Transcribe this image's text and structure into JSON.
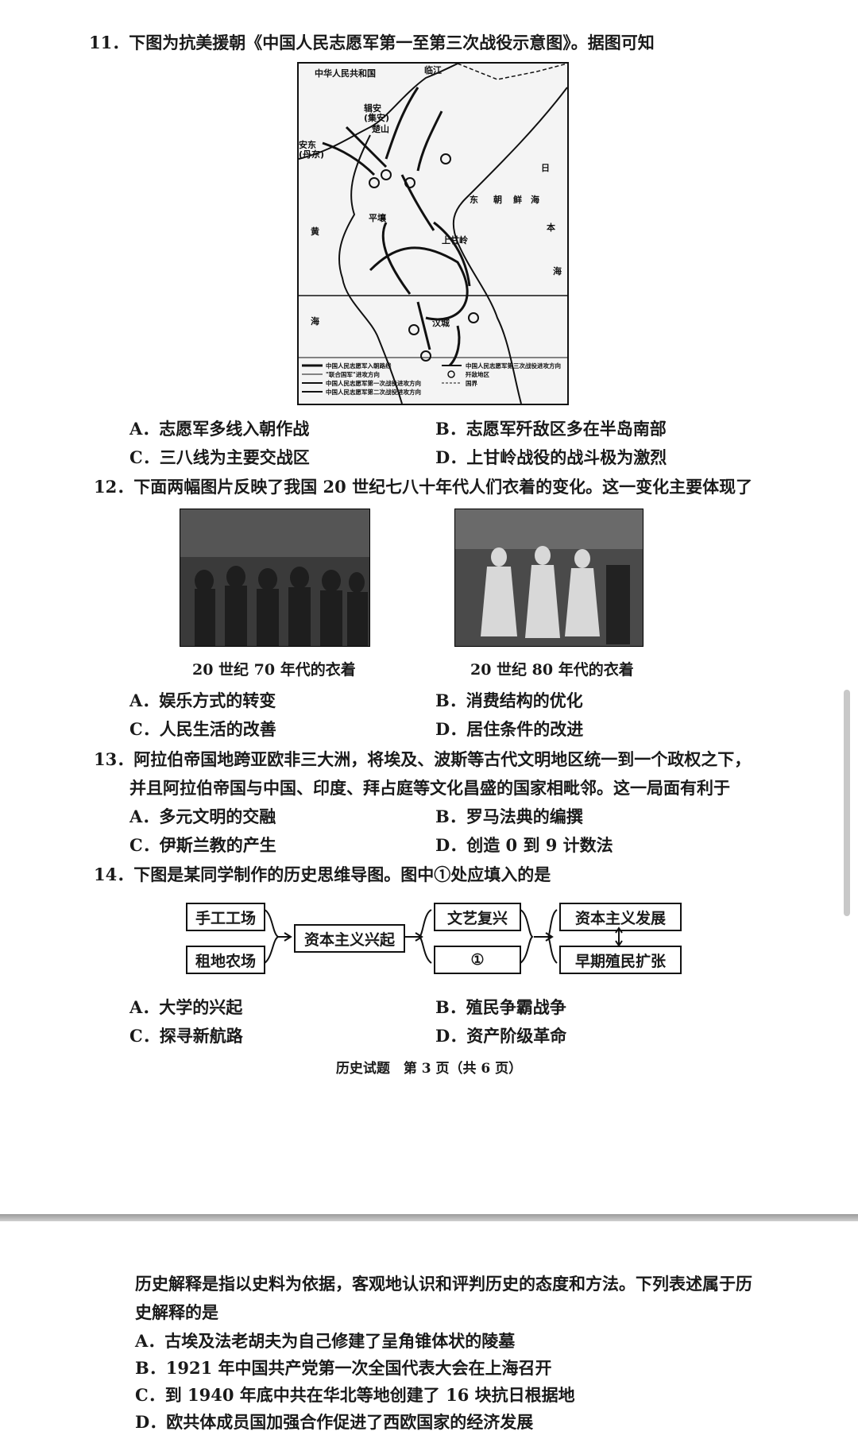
{
  "q11": {
    "stem": "11．下图为抗美援朝《中国人民志愿军第一至第三次战役示意图》。据图可知",
    "map": {
      "labels": [
        "中华人民共和国",
        "临江",
        "辑安",
        "(集安)",
        "楚山",
        "安东",
        "(丹东)",
        "平壤",
        "日",
        "东",
        "朝",
        "鲜",
        "海",
        "黄",
        "海",
        "上甘岭",
        "汉城",
        "本",
        "海"
      ],
      "legend": [
        "中国人民志愿军入朝路线",
        "\"联合国军\"进攻方向",
        "中国人民志愿军第一次战役进攻方向",
        "中国人民志愿军第二次战役进攻方向",
        "中国人民志愿军第三次战役进攻方向",
        "歼敌地区",
        "国界"
      ]
    },
    "options": {
      "A": "A．志愿军多线入朝作战",
      "B": "B．志愿军歼敌区多在半岛南部",
      "C": "C．三八线为主要交战区",
      "D": "D．上甘岭战役的战斗极为激烈"
    }
  },
  "q12": {
    "stem": "12．下面两幅图片反映了我国 20 世纪七八十年代人们衣着的变化。这一变化主要体现了",
    "caption_left": "20 世纪 70 年代的衣着",
    "caption_right": "20 世纪 80 年代的衣着",
    "options": {
      "A": "A．娱乐方式的转变",
      "B": "B．消费结构的优化",
      "C": "C．人民生活的改善",
      "D": "D．居住条件的改进"
    }
  },
  "q13": {
    "stem_line1": "13．阿拉伯帝国地跨亚欧非三大洲，将埃及、波斯等古代文明地区统一到一个政权之下，",
    "stem_line2": "并且阿拉伯帝国与中国、印度、拜占庭等文化昌盛的国家相毗邻。这一局面有利于",
    "options": {
      "A": "A．多元文明的交融",
      "B": "B．罗马法典的编撰",
      "C": "C．伊斯兰教的产生",
      "D": "D．创造 0 到 9 计数法"
    }
  },
  "q14": {
    "stem": "14．下图是某同学制作的历史思维导图。图中①处应填入的是",
    "mindmap": {
      "b1": "手工工场",
      "b2": "租地农场",
      "b3": "资本主义兴起",
      "b4": "文艺复兴",
      "b5": "①",
      "b6": "资本主义发展",
      "b7": "早期殖民扩张"
    },
    "options": {
      "A": "A．大学的兴起",
      "B": "B．殖民争霸战争",
      "C": "C．探寻新航路",
      "D": "D．资产阶级革命"
    }
  },
  "footer": "历史试题　第 3 页（共 6 页）",
  "next": {
    "stem_line1": "历史解释是指以史料为依据，客观地认识和评判历史的态度和方法。下列表述属于历",
    "stem_line2": "史解释的是",
    "options": {
      "A": "A．古埃及法老胡夫为自己修建了呈角锥体状的陵墓",
      "B": "B．1921 年中国共产党第一次全国代表大会在上海召开",
      "C": "C．到 1940 年底中共在华北等地创建了 16 块抗日根据地",
      "D": "D．欧共体成员国加强合作促进了西欧国家的经济发展"
    }
  }
}
